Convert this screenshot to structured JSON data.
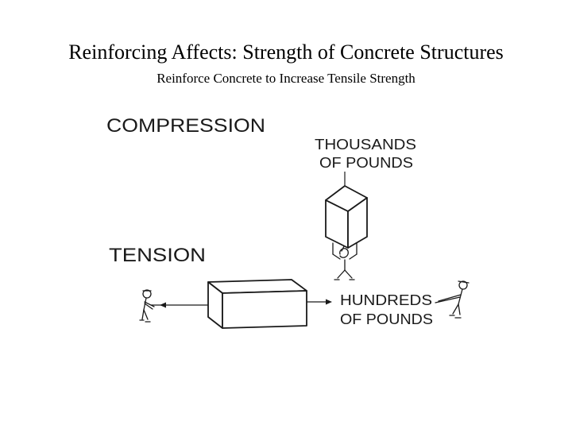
{
  "slide": {
    "title": "Reinforcing Affects: Strength of Concrete Structures",
    "subtitle": "Reinforce Concrete to Increase Tensile Strength"
  },
  "diagram": {
    "compression_heading": "COMPRESSION",
    "compression_load_line1": "THOUSANDS",
    "compression_load_line2": "OF POUNDS",
    "tension_heading": "TENSION",
    "tension_load_line1": "HUNDREDS",
    "tension_load_line2": "OF POUNDS"
  }
}
